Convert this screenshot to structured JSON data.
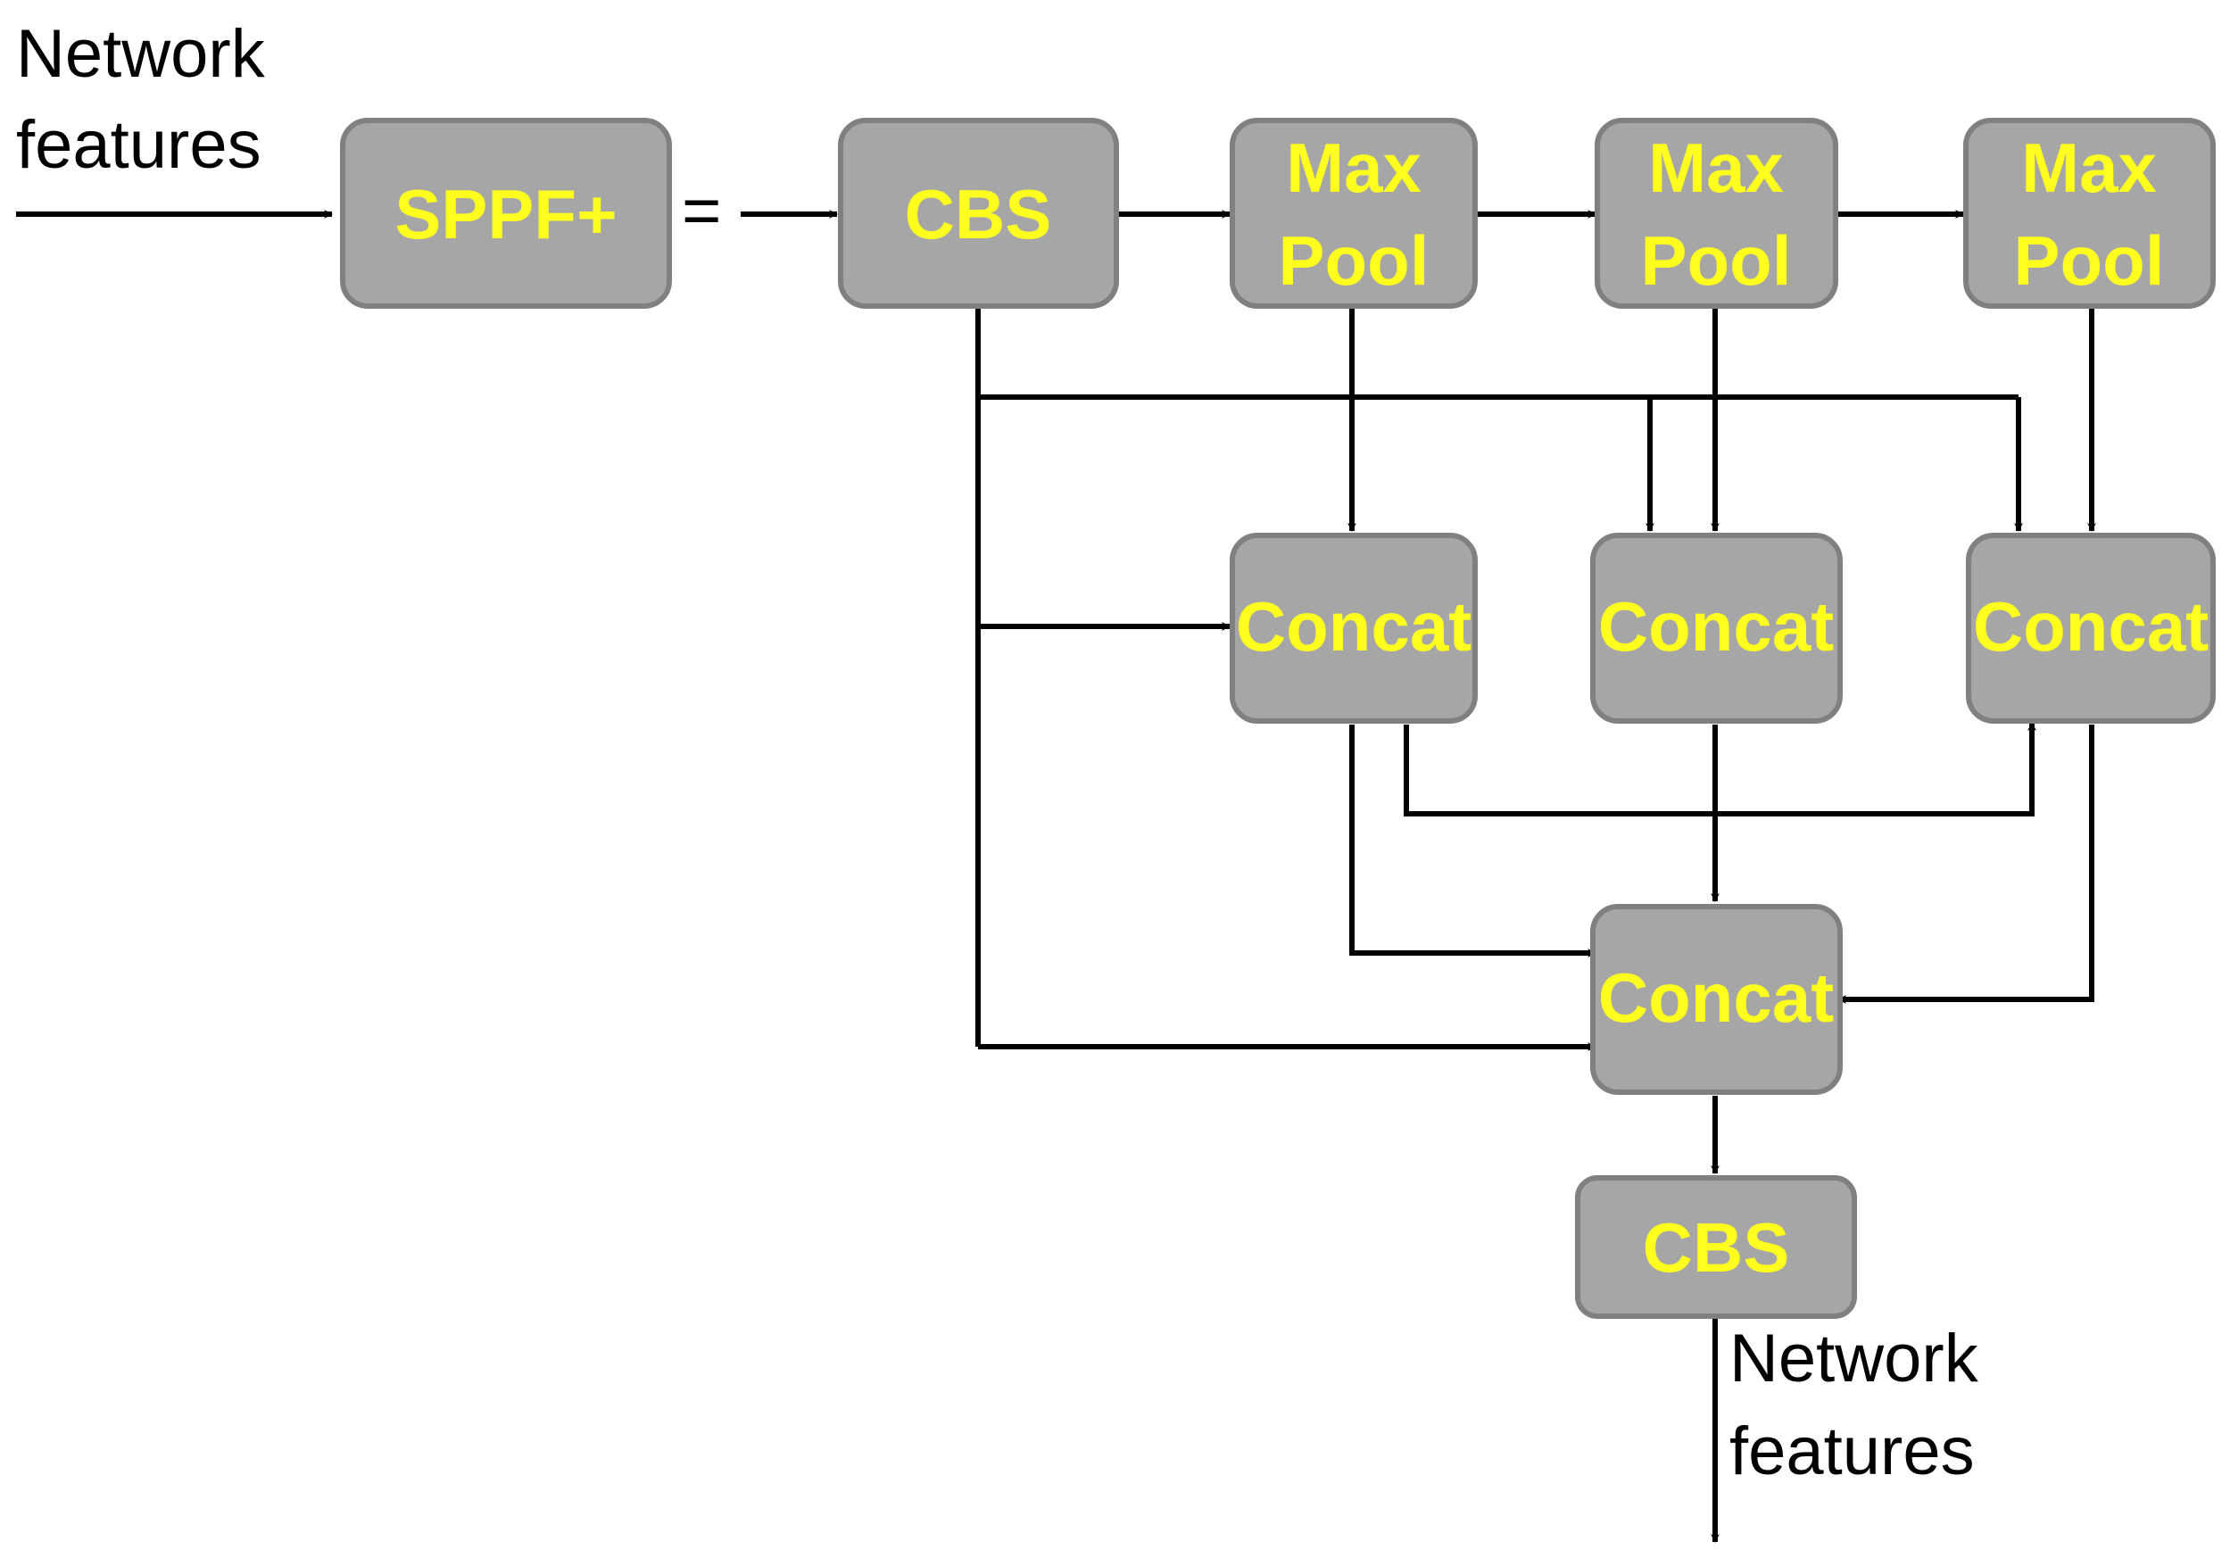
{
  "input": {
    "lines": [
      "Network",
      "features"
    ]
  },
  "output": {
    "lines": [
      "Network",
      "features"
    ]
  },
  "equals_sign": "=",
  "nodes": {
    "sppf": "SPPF+",
    "cbs_top": "CBS",
    "maxpool_1": [
      "Max",
      "Pool"
    ],
    "maxpool_2": [
      "Max",
      "Pool"
    ],
    "maxpool_3": [
      "Max",
      "Pool"
    ],
    "concat_1": "Concat",
    "concat_2": "Concat",
    "concat_3": "Concat",
    "concat_final": "Concat",
    "cbs_bottom": "CBS"
  },
  "colors": {
    "box_fill": "#a6a6a6",
    "box_border": "#808080",
    "label": "#ffff1f",
    "line": "#000000"
  }
}
